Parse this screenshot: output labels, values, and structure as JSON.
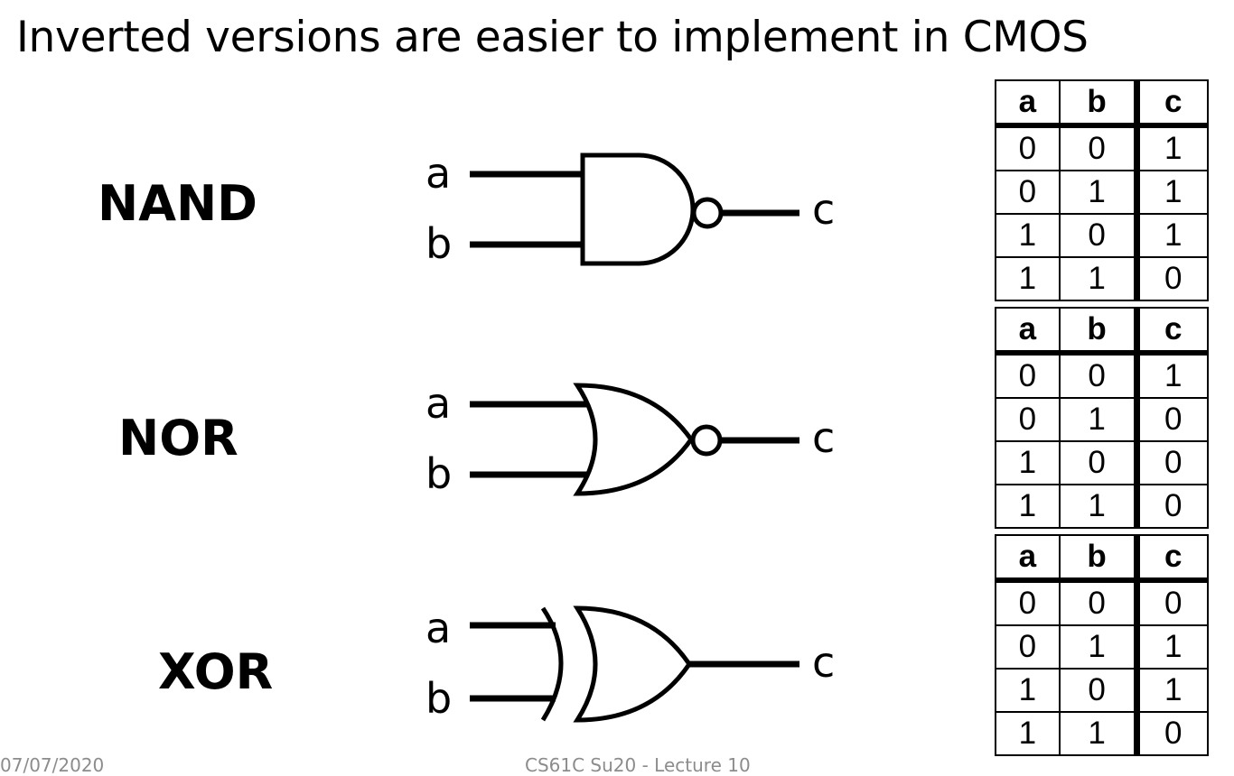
{
  "slide": {
    "title": "Inverted versions are easier to implement in CMOS",
    "footer_date": "07/07/2020",
    "footer_course": "CS61C Su20 - Lecture 10"
  },
  "gates": [
    {
      "name": "NAND",
      "input_a": "a",
      "input_b": "b",
      "output": "c"
    },
    {
      "name": "NOR",
      "input_a": "a",
      "input_b": "b",
      "output": "c"
    },
    {
      "name": "XOR",
      "input_a": "a",
      "input_b": "b",
      "output": "c"
    }
  ],
  "truth_tables": [
    {
      "headers": [
        "a",
        "b",
        "c"
      ],
      "rows": [
        [
          "0",
          "0",
          "1"
        ],
        [
          "0",
          "1",
          "1"
        ],
        [
          "1",
          "0",
          "1"
        ],
        [
          "1",
          "1",
          "0"
        ]
      ]
    },
    {
      "headers": [
        "a",
        "b",
        "c"
      ],
      "rows": [
        [
          "0",
          "0",
          "1"
        ],
        [
          "0",
          "1",
          "0"
        ],
        [
          "1",
          "0",
          "0"
        ],
        [
          "1",
          "1",
          "0"
        ]
      ]
    },
    {
      "headers": [
        "a",
        "b",
        "c"
      ],
      "rows": [
        [
          "0",
          "0",
          "0"
        ],
        [
          "0",
          "1",
          "1"
        ],
        [
          "1",
          "0",
          "1"
        ],
        [
          "1",
          "1",
          "0"
        ]
      ]
    }
  ]
}
